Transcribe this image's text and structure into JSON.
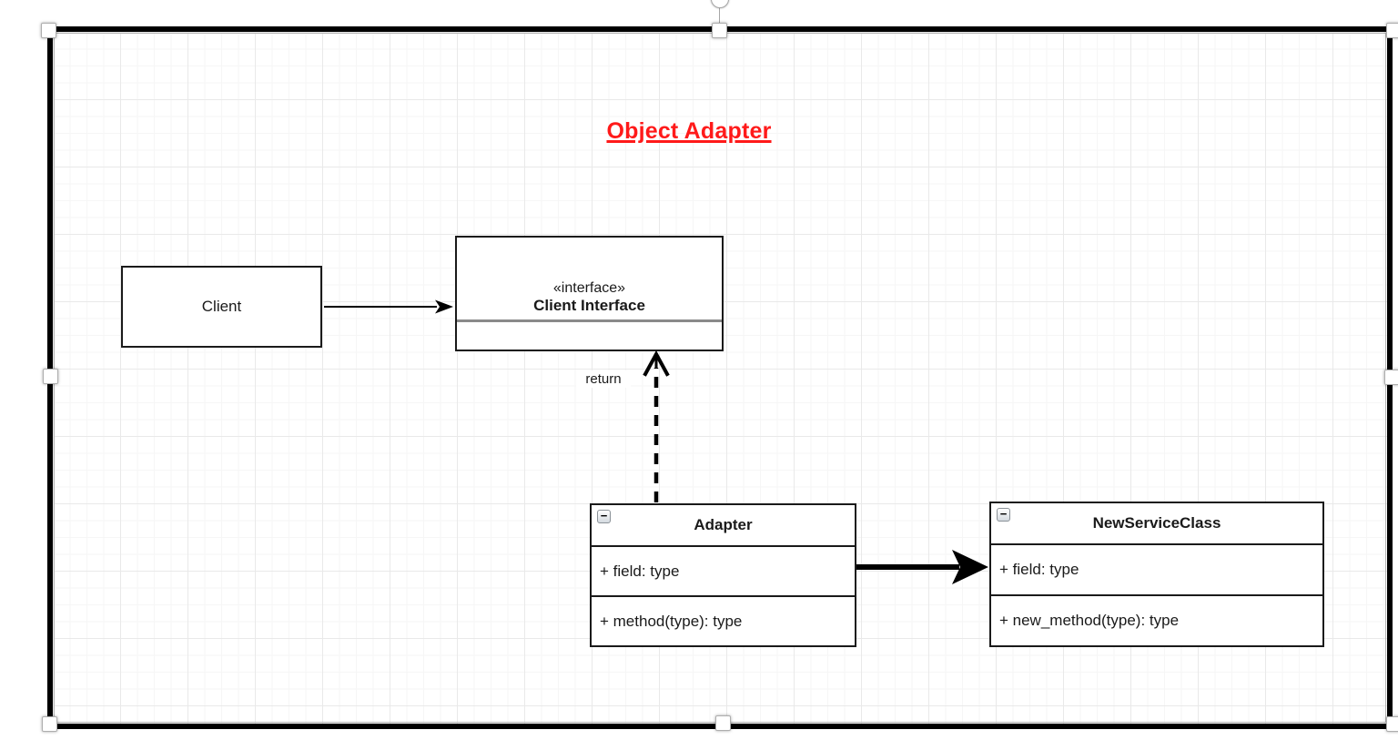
{
  "diagram": {
    "title": "Object Adapter",
    "title_color": "#ff1a1a",
    "selected": true
  },
  "nodes": {
    "client": {
      "name": "Client"
    },
    "client_interface": {
      "stereotype": "«interface»",
      "name": "Client Interface"
    },
    "adapter": {
      "name": "Adapter",
      "field": "+ field: type",
      "method": "+ method(type): type"
    },
    "new_service_class": {
      "name": "NewServiceClass",
      "field": "+ field: type",
      "method": "+ new_method(type): type"
    }
  },
  "edges": {
    "client_to_interface": "solid-arrow",
    "adapter_to_interface": "dashed-arrow-up",
    "adapter_to_new_service": "bold-solid-arrow",
    "return_label": "return"
  },
  "icons": {
    "collapse_glyph": "−"
  }
}
